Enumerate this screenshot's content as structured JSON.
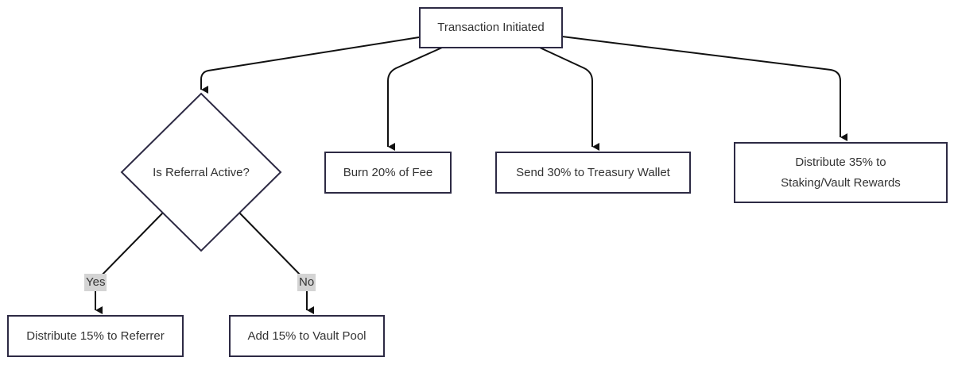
{
  "diagram": {
    "nodes": {
      "start": "Transaction Initiated",
      "decision": "Is Referral Active?",
      "burn": "Burn 20% of Fee",
      "treasury": "Send 30% to Treasury Wallet",
      "staking": "Distribute 35% to Staking/Vault Rewards",
      "referrer": "Distribute 15% to Referrer",
      "vault": "Add 15% to Vault Pool"
    },
    "edge_labels": {
      "yes": "Yes",
      "no": "No"
    },
    "colors": {
      "stroke": "#2d2a44",
      "edge": "#111111",
      "label_bg": "#d4d4d4",
      "text": "#333333"
    }
  }
}
